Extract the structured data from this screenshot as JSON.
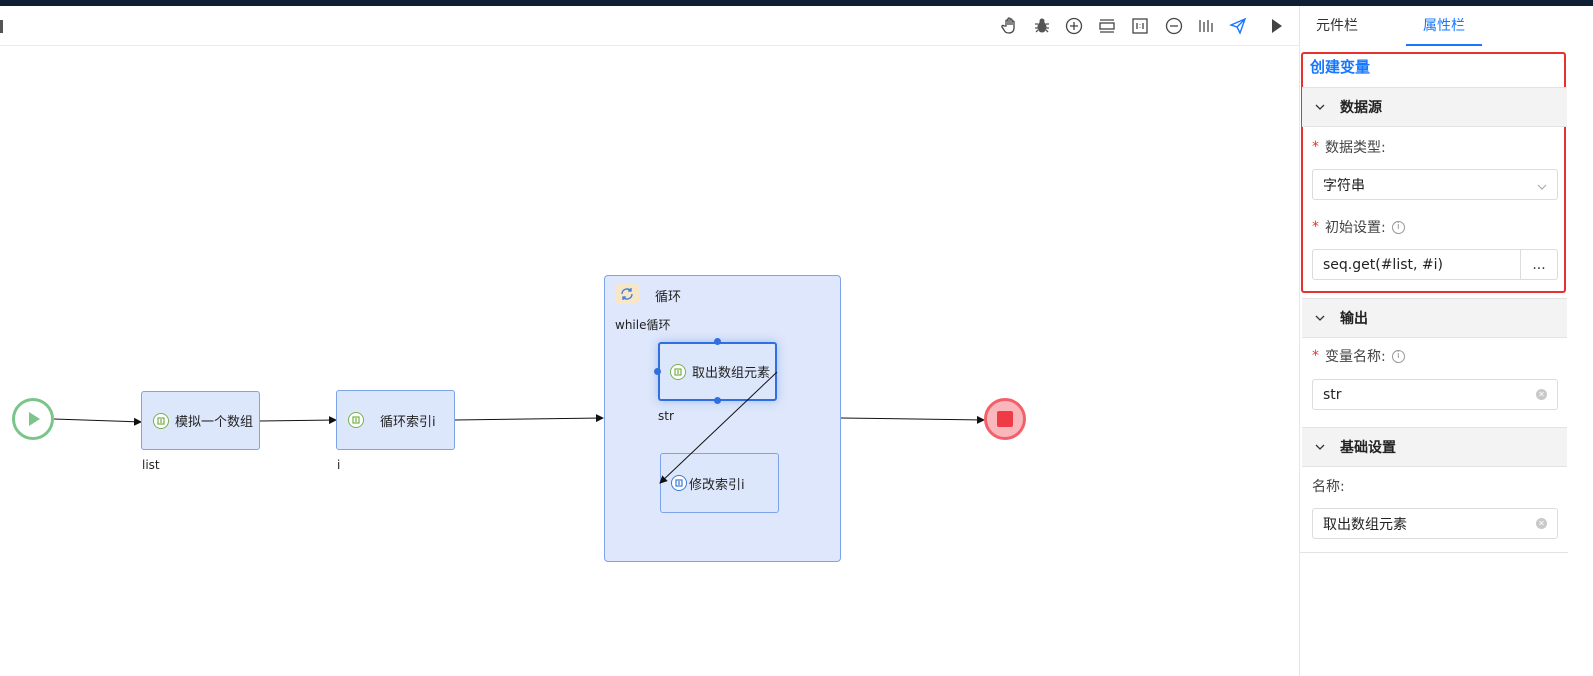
{
  "canvas": {
    "nodes": {
      "mock_array": {
        "label": "模拟一个数组",
        "var": "list"
      },
      "loop_index": {
        "label": "循环索引i",
        "var": "i"
      },
      "loop": {
        "title": "循环",
        "subtitle": "while循环"
      },
      "take_element": {
        "label": "取出数组元素",
        "var": "str"
      },
      "modify_index": {
        "label": "修改索引i"
      }
    }
  },
  "panel": {
    "tabs": {
      "components": "元件栏",
      "properties": "属性栏"
    },
    "title": "创建变量",
    "data_source": {
      "section": "数据源",
      "type_label": "数据类型:",
      "type_value": "字符串",
      "init_label": "初始设置:",
      "init_value": "seq.get(#list, #i)",
      "more": "..."
    },
    "output": {
      "section": "输出",
      "var_label": "变量名称:",
      "var_value": "str"
    },
    "basic": {
      "section": "基础设置",
      "name_label": "名称:",
      "name_value": "取出数组元素"
    }
  },
  "colors": {
    "accent": "#1677ff",
    "highlight": "#e8312f",
    "node_bg": "#dde7fb",
    "node_border": "#7da3e8"
  }
}
